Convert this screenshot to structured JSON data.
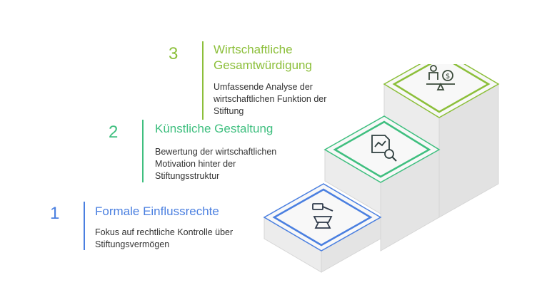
{
  "colors": {
    "step1": "#4a7fe0",
    "step2": "#3fbf7f",
    "step3": "#8cbf3a",
    "stair_side": "#eeeeee",
    "stair_top": "#f7f7f7",
    "stair_edge": "#cfcfcf"
  },
  "steps": [
    {
      "number": "1",
      "title": "Formale Einflussrechte",
      "description_lines": [
        "Fokus auf rechtliche Kontrolle über",
        "Stiftungsvermögen"
      ],
      "icon": "gavel-icon"
    },
    {
      "number": "2",
      "title": "Künstliche Gestaltung",
      "description_lines": [
        "Bewertung der wirtschaftlichen",
        "Motivation hinter der",
        "Stiftungsstruktur"
      ],
      "icon": "chart-search-icon"
    },
    {
      "number": "3",
      "title_lines": [
        "Wirtschaftliche",
        "Gesamtwürdigung"
      ],
      "description_lines": [
        "Umfassende Analyse der",
        "wirtschaftlichen Funktion der",
        "Stiftung"
      ],
      "icon": "person-scale-money-icon"
    }
  ]
}
